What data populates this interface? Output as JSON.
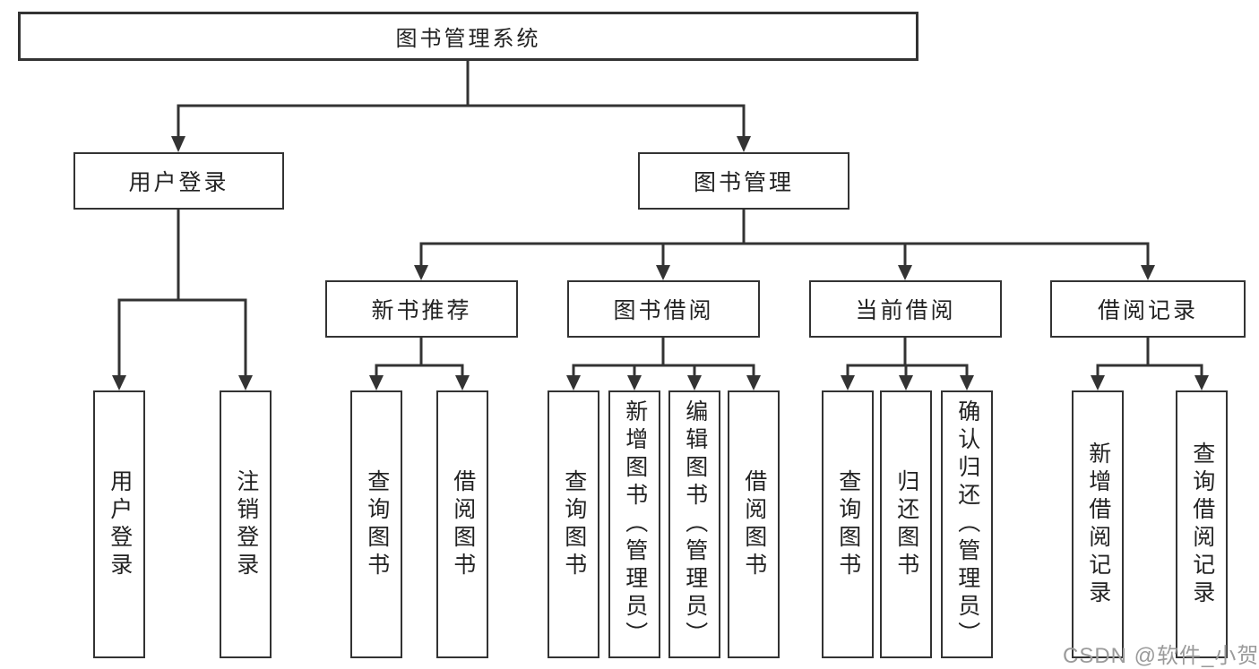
{
  "page": {
    "watermark": "CSDN @软件_小贺同学",
    "colors": {
      "line": "#333333",
      "box_border": "#333333",
      "text": "#222222",
      "watermark_text": "#9b9b9b",
      "background": "#ffffff"
    }
  },
  "tree": {
    "root": {
      "label": "图书管理系统",
      "children": [
        {
          "label": "用户登录",
          "children": [
            {
              "label": "用户登录"
            },
            {
              "label": "注销登录"
            }
          ]
        },
        {
          "label": "图书管理",
          "children": [
            {
              "label": "新书推荐",
              "children": [
                {
                  "label": "查询图书"
                },
                {
                  "label": "借阅图书"
                }
              ]
            },
            {
              "label": "图书借阅",
              "children": [
                {
                  "label": "查询图书"
                },
                {
                  "label": "新增图书（管理员）"
                },
                {
                  "label": "编辑图书（管理员）"
                },
                {
                  "label": "借阅图书"
                }
              ]
            },
            {
              "label": "当前借阅",
              "children": [
                {
                  "label": "查询图书"
                },
                {
                  "label": "归还图书"
                },
                {
                  "label": "确认归还（管理员）"
                }
              ]
            },
            {
              "label": "借阅记录",
              "children": [
                {
                  "label": "新增借阅记录"
                },
                {
                  "label": "查询借阅记录"
                }
              ]
            }
          ]
        }
      ]
    }
  }
}
